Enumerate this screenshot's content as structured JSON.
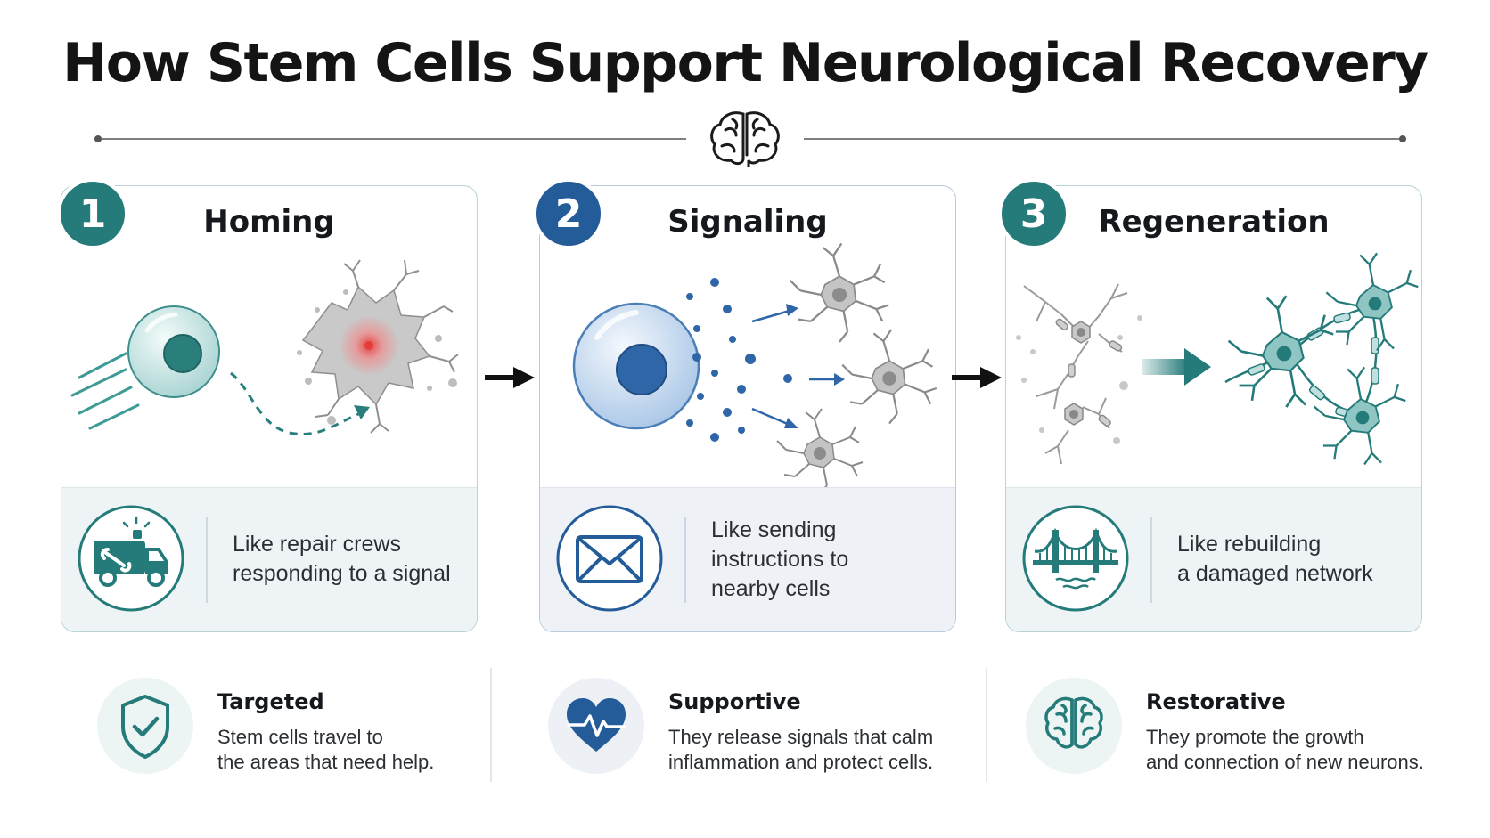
{
  "title": "How Stem Cells Support Neurological Recovery",
  "colors": {
    "teal": "#247b7a",
    "blue": "#245c99",
    "damage_red": "#e53b3b",
    "card_fill": "#eef4f5"
  },
  "steps": [
    {
      "number": "1",
      "heading": "Homing",
      "illustration": "stem-cell-moving-to-damaged-tissue",
      "analogy_icon": "repair-truck-icon",
      "analogy_lines": [
        "Like repair crews",
        "responding to a signal"
      ]
    },
    {
      "number": "2",
      "heading": "Signaling",
      "illustration": "stem-cell-releasing-signals-to-neurons",
      "analogy_icon": "envelope-icon",
      "analogy_lines": [
        "Like sending",
        "instructions to",
        "nearby cells"
      ]
    },
    {
      "number": "3",
      "heading": "Regeneration",
      "illustration": "damaged-neurons-becoming-reconnected-network",
      "analogy_icon": "bridge-icon",
      "analogy_lines": [
        "Like rebuilding",
        "a damaged network"
      ]
    }
  ],
  "benefits": [
    {
      "icon": "shield-check-icon",
      "title": "Targeted",
      "lines": [
        "Stem cells travel to",
        "the areas that need help."
      ]
    },
    {
      "icon": "heart-pulse-icon",
      "title": "Supportive",
      "lines": [
        "They release signals that calm",
        "inflammation and protect cells."
      ]
    },
    {
      "icon": "brain-icon",
      "title": "Restorative",
      "lines": [
        "They promote the growth",
        "and connection of new neurons."
      ]
    }
  ]
}
